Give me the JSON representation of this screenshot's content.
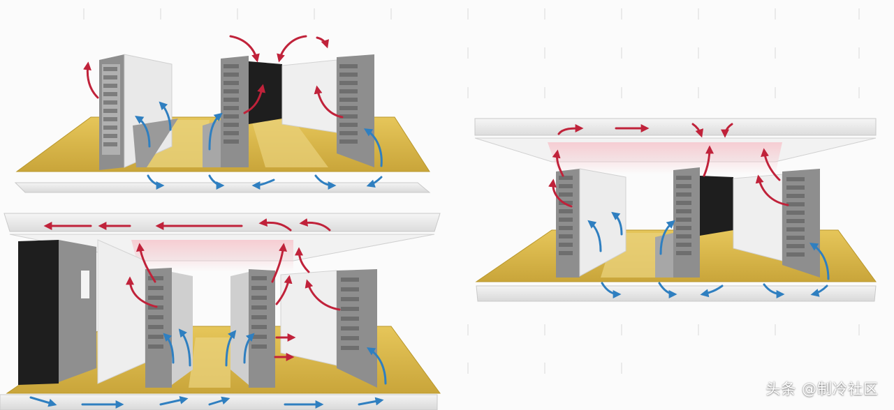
{
  "watermark": {
    "text": "头条 @制冷社区"
  },
  "colors": {
    "background": "#fbfbfb",
    "floor_yellow": "#d9b741",
    "floor_edge": "#b8962a",
    "plenum_gray": "#e4e4e4",
    "ceiling_gray": "#eeeeee",
    "rack_side": "#8d8d8d",
    "rack_front": "#cfcfcf",
    "panel_white": "#f2f2f2",
    "cabinet_black": "#1e1e1e",
    "hot_air": "#c0223a",
    "cold_air": "#2f7fc0"
  },
  "panels": [
    {
      "id": "panel-top-left",
      "layout": "raised-floor-only"
    },
    {
      "id": "panel-bottom-left",
      "layout": "raised-floor-with-ceiling-return"
    },
    {
      "id": "panel-right",
      "layout": "ceiling-return-compact"
    }
  ]
}
